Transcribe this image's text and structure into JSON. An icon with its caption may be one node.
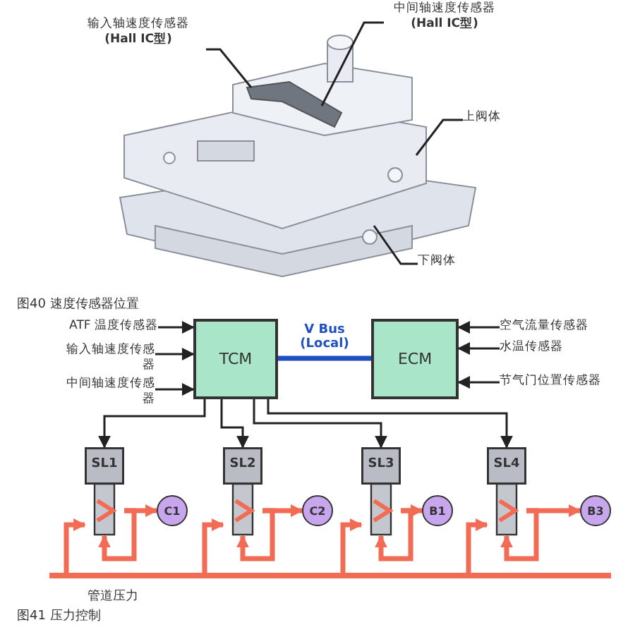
{
  "diagram": {
    "nodes": [
      {
        "text": [
          "输入轴速度传感器",
          "(Hall IC型)"
        ]
      },
      {
        "text": [
          "中间轴速度传感器",
          "(Hall IC型)"
        ]
      },
      {
        "text": [
          "上阀体"
        ]
      },
      {
        "text": [
          "下阀体"
        ]
      },
      {
        "text": [
          "TCM"
        ]
      },
      {
        "text": [
          "ECM"
        ]
      },
      {
        "text": [
          "ATF 温度传感器"
        ]
      },
      {
        "text": [
          "输入轴速度传感器"
        ]
      },
      {
        "text": [
          "中间轴速度传感器"
        ]
      },
      {
        "text": [
          "空气流量传感器"
        ]
      },
      {
        "text": [
          "水温传感器"
        ]
      },
      {
        "text": [
          "节气门位置传感器"
        ]
      },
      {
        "text": [
          "SL1"
        ]
      },
      {
        "text": [
          "SL2"
        ]
      },
      {
        "text": [
          "SL3"
        ]
      },
      {
        "text": [
          "SL4"
        ]
      },
      {
        "text": [
          "C1"
        ]
      },
      {
        "text": [
          "C2"
        ]
      },
      {
        "text": [
          "B1"
        ]
      },
      {
        "text": [
          "B3"
        ]
      },
      {
        "text": [],
        "shape": "bar",
        "beside": [
          "管道压力"
        ]
      }
    ],
    "edges": [
      {
        "from": 0,
        "to": null,
        "arrow": "none"
      },
      {
        "from": 1,
        "to": null,
        "arrow": "none"
      },
      {
        "from": 2,
        "to": null,
        "arrow": "none"
      },
      {
        "from": 3,
        "to": null,
        "arrow": "none"
      },
      {
        "from": 6,
        "to": 4,
        "arrow": "to"
      },
      {
        "from": 7,
        "to": 4,
        "arrow": "to"
      },
      {
        "from": 8,
        "to": 4,
        "arrow": "to"
      },
      {
        "from": 9,
        "to": 5,
        "arrow": "to"
      },
      {
        "from": 10,
        "to": 5,
        "arrow": "to"
      },
      {
        "from": 11,
        "to": 5,
        "arrow": "to"
      },
      {
        "from": 4,
        "to": 5,
        "arrow": "none",
        "label": "V Bus (Local)",
        "style": "thick",
        "color": "#1f4fc0"
      },
      {
        "from": 4,
        "to": 12,
        "arrow": "to"
      },
      {
        "from": 4,
        "to": 13,
        "arrow": "to"
      },
      {
        "from": 4,
        "to": 14,
        "arrow": "to"
      },
      {
        "from": 4,
        "to": 15,
        "arrow": "to"
      },
      {
        "from": 20,
        "to": 12,
        "arrow": "to",
        "style": "thick",
        "color": "#f26b55"
      },
      {
        "from": 12,
        "to": 16,
        "arrow": "to",
        "style": "thick",
        "color": "#f26b55"
      },
      {
        "from": 12,
        "to": 12,
        "arrow": "to",
        "style": "thick",
        "color": "#f26b55"
      },
      {
        "from": 20,
        "to": 13,
        "arrow": "to",
        "style": "thick",
        "color": "#f26b55"
      },
      {
        "from": 13,
        "to": 17,
        "arrow": "to",
        "style": "thick",
        "color": "#f26b55"
      },
      {
        "from": 13,
        "to": 13,
        "arrow": "to",
        "style": "thick",
        "color": "#f26b55"
      },
      {
        "from": 20,
        "to": 14,
        "arrow": "to",
        "style": "thick",
        "color": "#f26b55"
      },
      {
        "from": 14,
        "to": 18,
        "arrow": "to",
        "style": "thick",
        "color": "#f26b55"
      },
      {
        "from": 14,
        "to": 14,
        "arrow": "to",
        "style": "thick",
        "color": "#f26b55"
      },
      {
        "from": 20,
        "to": 15,
        "arrow": "to",
        "style": "thick",
        "color": "#f26b55"
      },
      {
        "from": 15,
        "to": 19,
        "arrow": "to",
        "style": "thick",
        "color": "#f26b55"
      },
      {
        "from": 15,
        "to": 15,
        "arrow": "to",
        "style": "thick",
        "color": "#f26b55"
      }
    ],
    "labels": [
      "图40 速度传感器位置",
      "图41 压力控制"
    ]
  }
}
